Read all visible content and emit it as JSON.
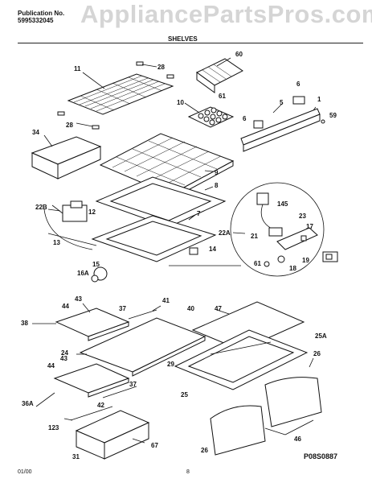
{
  "header": {
    "publication_label": "Publication No.",
    "publication_number": "5995332045",
    "section_title": "SHELVES",
    "watermark": "AppliancePartsPros.com"
  },
  "footer": {
    "date": "01/00",
    "page": "8",
    "code": "P08S0887"
  },
  "callouts": {
    "c60": "60",
    "c61": "61",
    "c11": "11",
    "c28a": "28",
    "c28b": "28",
    "c6": "6",
    "c5": "5",
    "c1": "1",
    "c59": "59",
    "c10": "10",
    "c6b": "6",
    "c34": "34",
    "c9": "9",
    "c8": "8",
    "c7": "7",
    "c22b": "22B",
    "c12": "12",
    "c13": "13",
    "c145": "145",
    "c23": "23",
    "c22a": "22A",
    "c21": "21",
    "c17": "17",
    "c14": "14",
    "c15": "15",
    "c16a": "16A",
    "c61b": "61",
    "c18": "18",
    "c19": "19",
    "c44a": "44",
    "c43a": "43",
    "c37a": "37",
    "c41": "41",
    "c40": "40",
    "c47": "47",
    "c38": "38",
    "c25a": "25A",
    "c24": "24",
    "c26a": "26",
    "c29": "29",
    "c44b": "44",
    "c43b": "43",
    "c37b": "37",
    "c36a": "36A",
    "c25": "25",
    "c42": "42",
    "c123": "123",
    "c67": "67",
    "c31": "31",
    "c26b": "26",
    "c46": "46"
  }
}
